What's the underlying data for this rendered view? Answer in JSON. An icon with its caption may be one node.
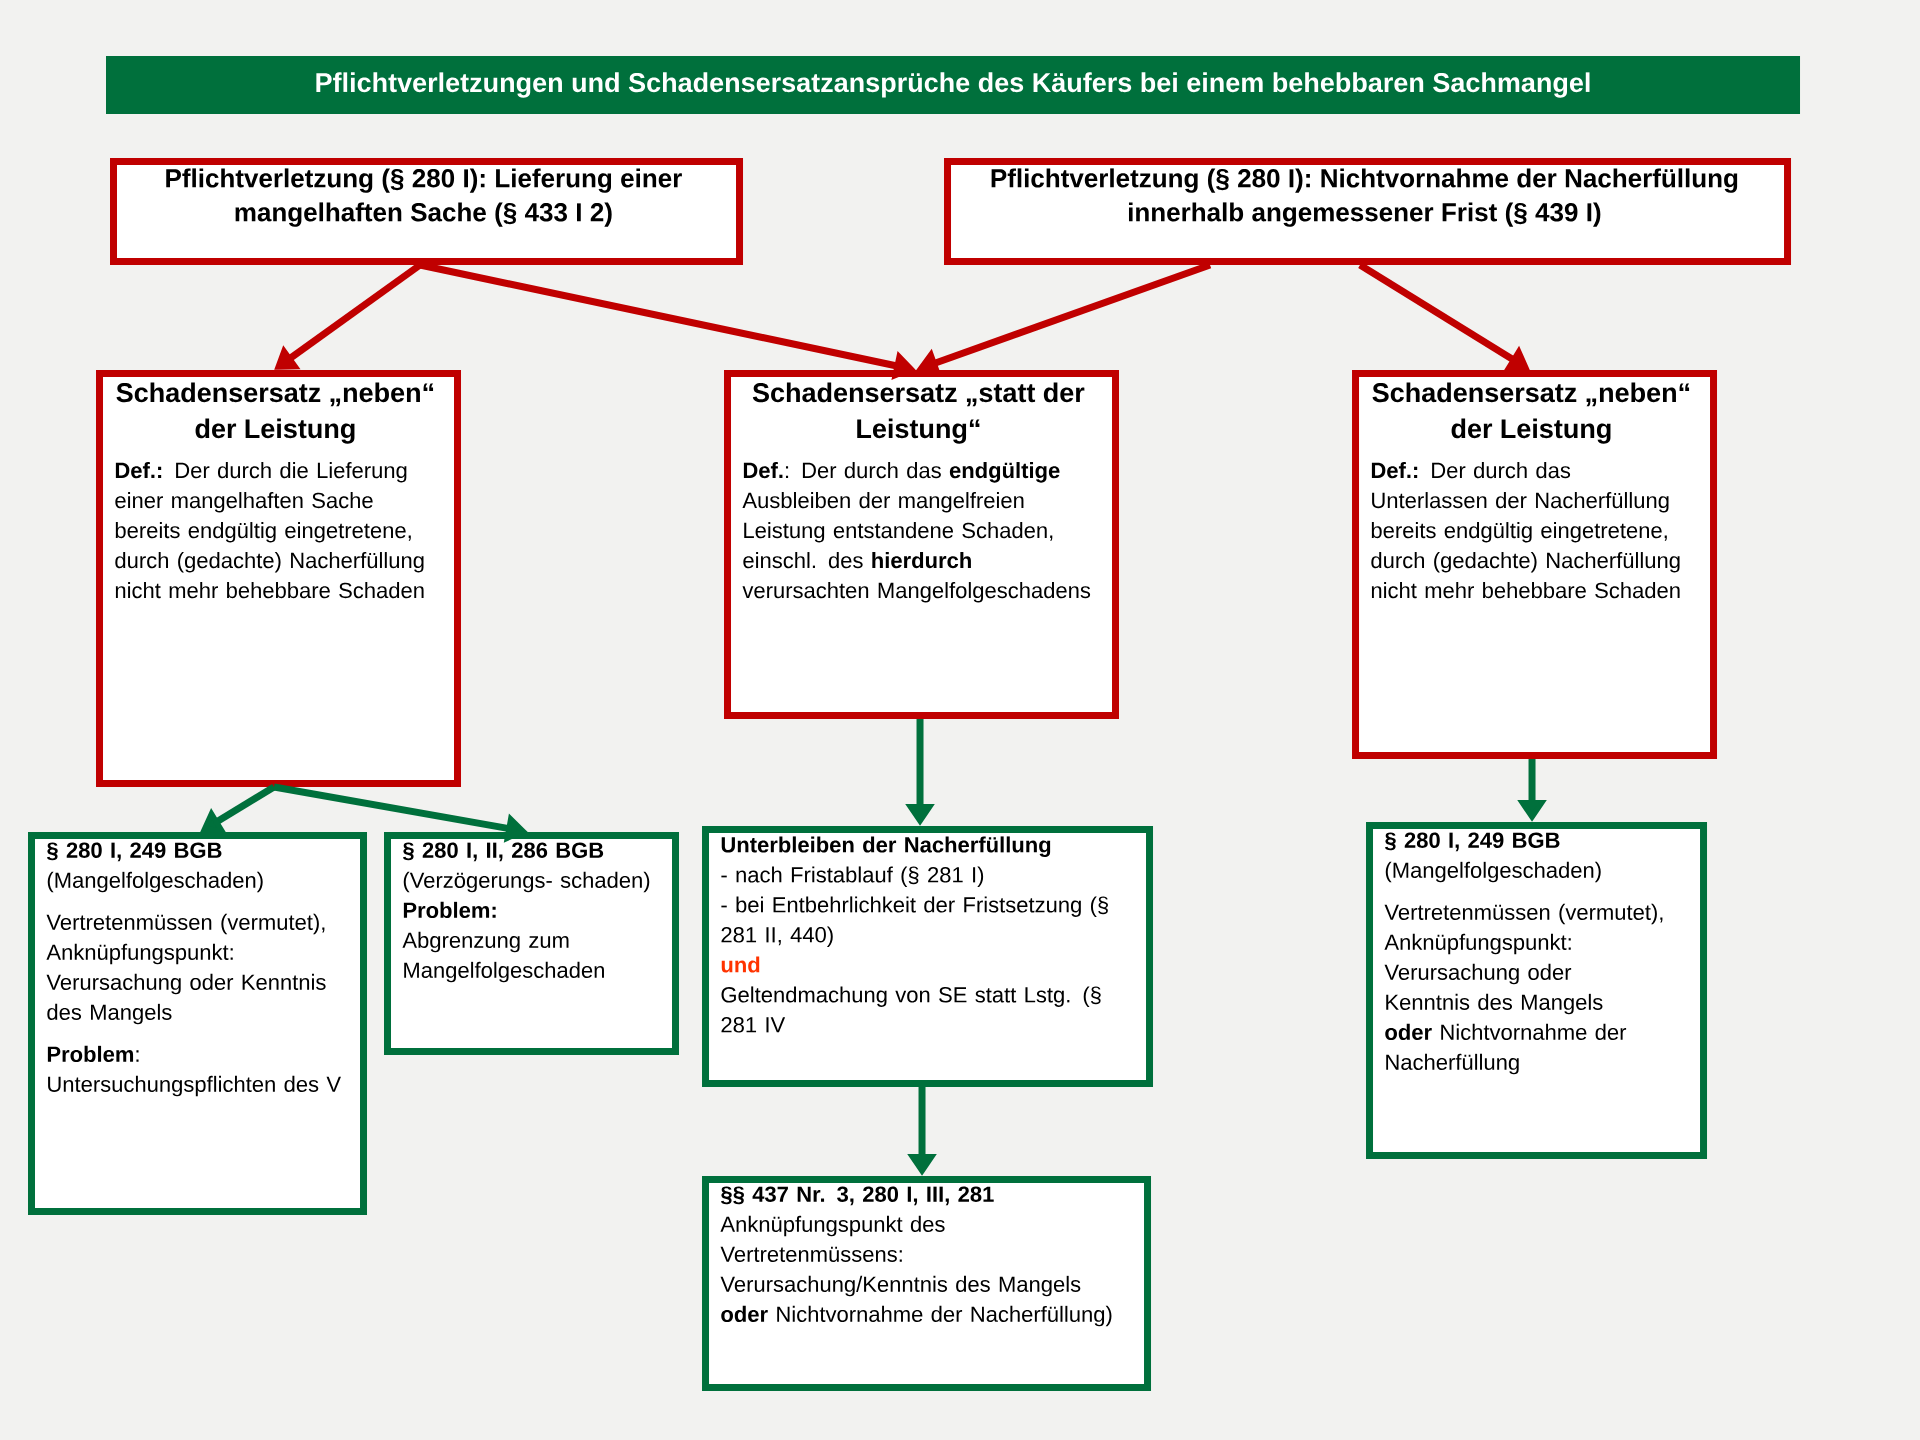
{
  "diagram": {
    "title": "Pflichtverletzungen und Schadensersatzansprüche des Käufers bei einem behebbaren Sachmangel",
    "nodes": [
      {
        "text": [
          "Pflichtverletzung (§ 280 I): Lieferung einer mangelhaften Sache (§ 433 I 2)"
        ]
      },
      {
        "text": [
          "Pflichtverletzung (§ 280 I): Nichtvornahme der Nacherfüllung innerhalb angemessener Frist (§ 439 I)"
        ]
      },
      {
        "text": [
          "Schadensersatz „neben“ der Leistung",
          "**Def.:** Der durch die Lieferung einer mangelhaften Sache bereits endgültig eingetretene, durch (gedachte) Nacherfüllung nicht mehr behebbare Schaden"
        ]
      },
      {
        "text": [
          "Schadensersatz „statt der Leistung“",
          "**Def.**: Der durch das **endgültige** Ausbleiben der mangelfreien Leistung entstandene Schaden, einschl. des **hierdurch** verursachten Mangelfolgeschadens"
        ]
      },
      {
        "text": [
          "Schadensersatz „neben“ der Leistung",
          "**Def.:** Der durch das Unterlassen der Nacherfüllung bereits endgültig eingetretene, durch (gedachte) Nacherfüllung nicht mehr behebbare Schaden"
        ]
      },
      {
        "text": [
          "§ 280 I, 249 BGB",
          "(Mangelfolgeschaden)",
          "Vertretenmüssen (vermutet), Anknüpfungspunkt: Verursachung oder Kenntnis des Mangels",
          "**Problem**:",
          "Untersuchungspflichten des V"
        ]
      },
      {
        "text": [
          "§ 280 I, II, 286 BGB",
          "(Verzögerungs- schaden)",
          "Problem:",
          "Abgrenzung zum Mangelfolgeschaden"
        ]
      },
      {
        "text": [
          "Unterbleiben der Nacherfüllung",
          "- nach Fristablauf (§ 281 I)",
          "- bei Entbehrlichkeit der Fristsetzung (§ 281 II, 440)",
          "und",
          "Geltendmachung von SE statt Lstg. (§ 281 IV"
        ]
      },
      {
        "text": [
          "§§ 437 Nr. 3, 280 I, III, 281",
          "Anknüpfungspunkt des Vertretenmüssens: Verursachung/Kenntnis des Mangels **oder** Nichtvornahme der Nacherfüllung)"
        ]
      },
      {
        "text": [
          "§ 280 I, 249 BGB",
          "(Mangelfolgeschaden)",
          "Vertretenmüssen (vermutet), Anknüpfungspunkt: Verursachung oder Kenntnis des Mangels **oder** Nichtvornahme der Nacherfüllung"
        ]
      }
    ],
    "edges": [
      {
        "from": 0,
        "to": 2,
        "arrow": "to",
        "color": "#c00000"
      },
      {
        "from": 0,
        "to": 3,
        "arrow": "to",
        "color": "#c00000"
      },
      {
        "from": 1,
        "to": 3,
        "arrow": "to",
        "color": "#c00000"
      },
      {
        "from": 1,
        "to": 4,
        "arrow": "to",
        "color": "#c00000"
      },
      {
        "from": 2,
        "to": 5,
        "arrow": "to"
      },
      {
        "from": 2,
        "to": 6,
        "arrow": "to"
      },
      {
        "from": 3,
        "to": 7,
        "arrow": "to"
      },
      {
        "from": 7,
        "to": 8,
        "arrow": "to"
      },
      {
        "from": 4,
        "to": 9,
        "arrow": "to"
      }
    ]
  }
}
